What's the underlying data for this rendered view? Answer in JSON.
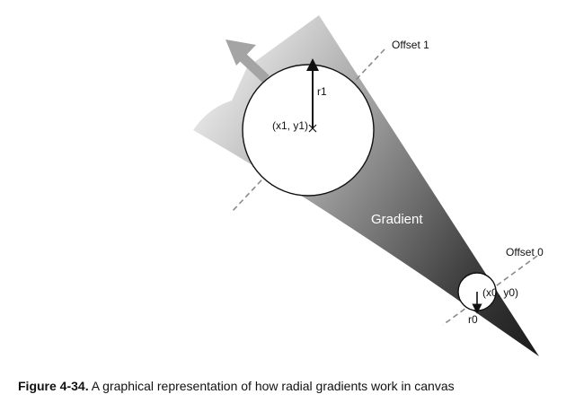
{
  "diagram": {
    "offset1_label": "Offset 1",
    "offset0_label": "Offset 0",
    "r1_label": "r1",
    "x1y1_label": "(x1, y1)",
    "r0_label": "r0",
    "x0y0_label": "(x0, y0)",
    "gradient_label": "Gradient"
  },
  "caption": {
    "figure_number": "Figure 4-34.",
    "text": "A graphical representation of how radial gradients work in canvas"
  },
  "colors": {
    "gradient_light": "#e2e2e2",
    "gradient_dark": "#1c1c1c",
    "outline": "#111111",
    "dashed_line": "#8a8a8a"
  }
}
